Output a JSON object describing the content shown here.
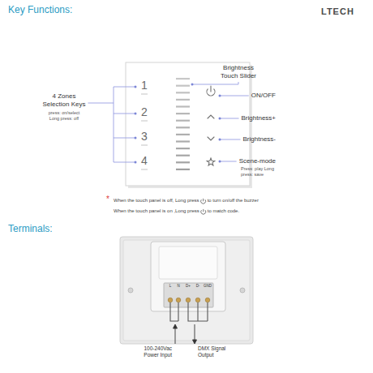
{
  "diagram": {
    "nodes": [
      {
        "text": [
          "1",
          "2",
          "3",
          "4"
        ]
      },
      {
        "text": [
          "L",
          "N",
          "D+",
          "D-",
          "GND"
        ]
      }
    ],
    "labels": [
      "Key Functions:",
      "LTECH",
      "Brightness Touch Slider",
      "ON/OFF",
      "Brightness+",
      "Brightness-",
      "Scene-mode",
      "Press: play Long press: save",
      "4 Zones Selection Keys",
      "press: on/select Long press: off",
      "*",
      "When the touch panel is off, Long press",
      "to turn on/off the buzzer",
      "When the touch panel is on ,Long press",
      "to match code.",
      "Terminals:",
      "100-240Vac Power Input",
      "DMX Signal Output"
    ]
  }
}
